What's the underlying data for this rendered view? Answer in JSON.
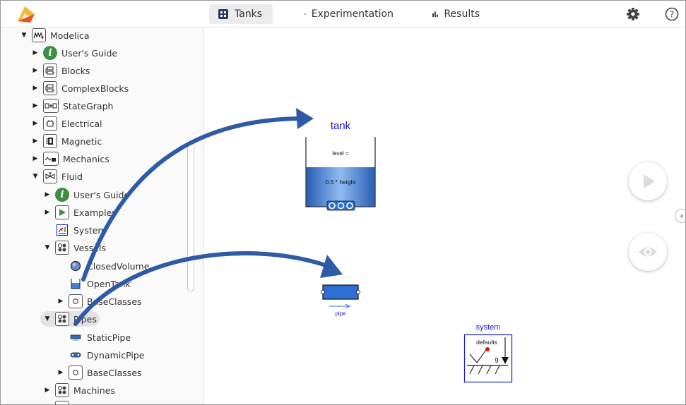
{
  "topbar": {
    "tabs": [
      {
        "label": "Tanks",
        "icon": "tanks-grid-icon",
        "active": true
      },
      {
        "label": "Experimentation",
        "icon": "clapperboard-icon",
        "active": false
      },
      {
        "label": "Results",
        "icon": "bar-chart-icon",
        "active": false
      }
    ]
  },
  "tree": {
    "modelica": "Modelica",
    "users_guide": "User's Guide",
    "blocks": "Blocks",
    "complex_blocks": "ComplexBlocks",
    "state_graph": "StateGraph",
    "electrical": "Electrical",
    "magnetic": "Magnetic",
    "mechanics": "Mechanics",
    "fluid": "Fluid",
    "fluid_users_guide": "User's Guide",
    "examples": "Examples",
    "system": "System",
    "vessels": "Vessels",
    "closed_volume": "ClosedVolume",
    "open_tank": "OpenTank",
    "vessels_base_classes": "BaseClasses",
    "pipes": "Pipes",
    "static_pipe": "StaticPipe",
    "dynamic_pipe": "DynamicPipe",
    "pipes_base_classes": "BaseClasses",
    "machines": "Machines"
  },
  "diagram": {
    "tank": {
      "name": "tank",
      "level_label": "level =",
      "value_label": "0.5 * height"
    },
    "pipe": {
      "name": "pipe"
    },
    "system": {
      "name": "system",
      "defaults_label": "defaults",
      "g_label": "g"
    }
  },
  "colors": {
    "accent_orange": "#f5a623",
    "model_blue": "#1a1acc",
    "arrow_blue": "#2e5aa8",
    "fluid_green": "#3e8e41"
  }
}
